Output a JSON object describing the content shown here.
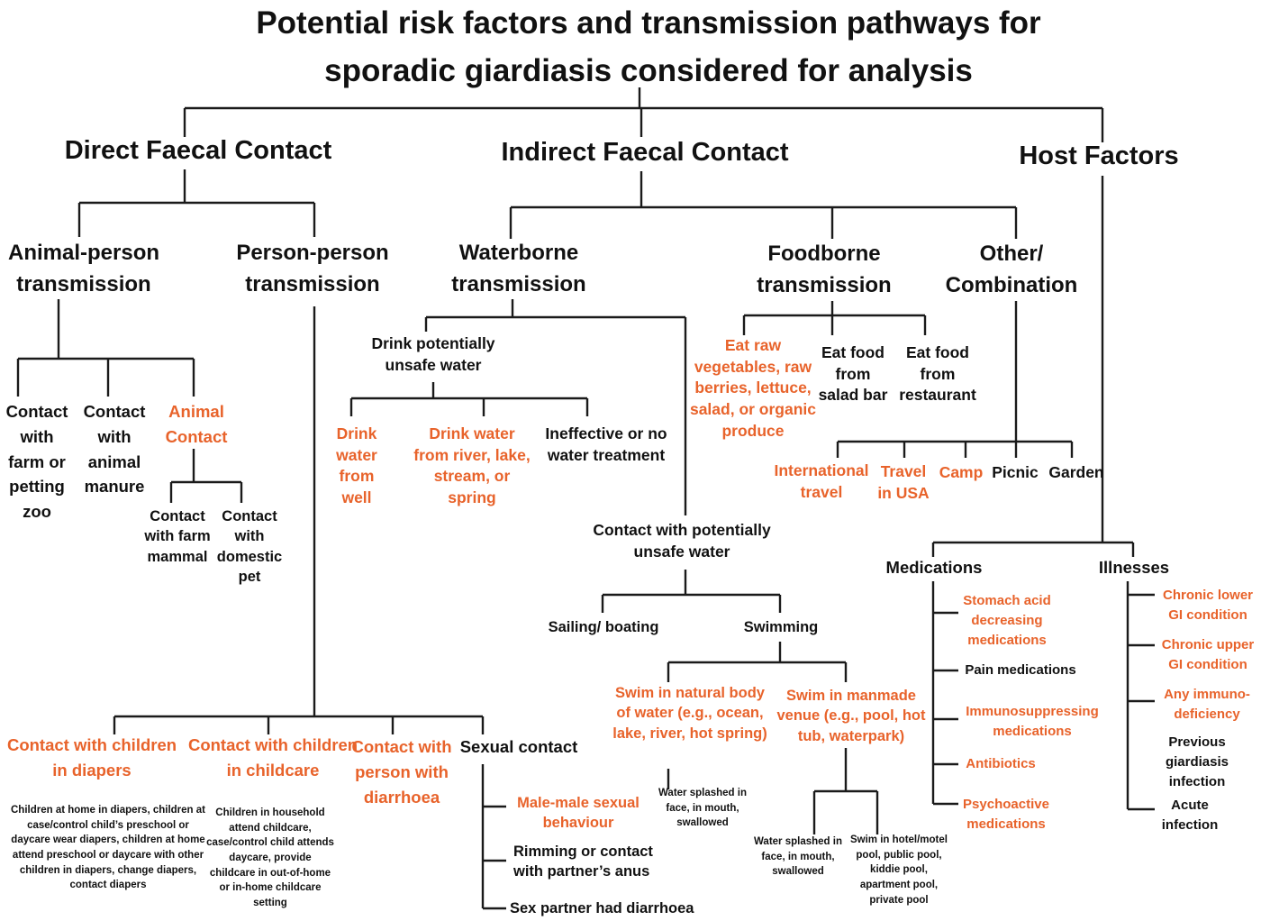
{
  "title": [
    "Potential risk factors and transmission pathways for",
    "sporadic giardiasis considered for analysis"
  ],
  "colors": {
    "highlight": "#e8632b",
    "text": "#111111",
    "line": "#1a1a1a"
  },
  "direct": {
    "label": "Direct Faecal Contact",
    "animal_person": {
      "label": "Animal-person transmission",
      "contact_farm": "Contact with farm or petting zoo",
      "contact_manure": "Contact with animal manure",
      "animal_contact": {
        "label": "Animal Contact",
        "farm_mammal": "Contact with farm mammal",
        "domestic_pet": "Contact with domestic pet"
      }
    },
    "person_person": {
      "label": "Person-person transmission",
      "diapers": {
        "label": "Contact with children in diapers",
        "detail": "Children at home in diapers, children at case/control child’s preschool or daycare wear diapers, children at home attend preschool or daycare with other children in diapers, change diapers, contact diapers"
      },
      "childcare": {
        "label": "Contact with children in childcare",
        "detail": "Children in household attend childcare, case/control child attends daycare, provide childcare in out-of-home or in-home childcare setting"
      },
      "diarrhoea_person": "Contact with person with diarrhoea",
      "sexual": {
        "label": "Sexual contact",
        "male_male": "Male-male sexual behaviour",
        "rimming": "Rimming or contact with partner’s anus",
        "partner_diarrhoea": "Sex partner had diarrhoea"
      }
    }
  },
  "indirect": {
    "label": "Indirect Faecal Contact",
    "waterborne": {
      "label": "Waterborne transmission",
      "drink": {
        "label": "Drink potentially unsafe water",
        "well": "Drink water from well",
        "river": "Drink water from river, lake, stream, or spring",
        "treatment": "Ineffective or no water treatment"
      },
      "contact": {
        "label": "Contact with potentially unsafe water",
        "sailing": "Sailing/ boating",
        "swimming": {
          "label": "Swimming",
          "natural": {
            "label": "Swim in natural body of water (e.g., ocean, lake, river, hot spring)",
            "detail": "Water splashed in face, in mouth, swallowed"
          },
          "manmade": {
            "label": "Swim in manmade venue (e.g., pool, hot tub, waterpark)",
            "splash": "Water splashed in face, in mouth, swallowed",
            "venues": "Swim in hotel/motel pool, public pool, kiddie pool, apartment pool, private pool"
          }
        }
      }
    },
    "foodborne": {
      "label": "Foodborne transmission",
      "raw": "Eat raw vegetables, raw berries, lettuce, salad, or organic produce",
      "salad_bar": "Eat food from salad bar",
      "restaurant": "Eat food from restaurant"
    },
    "other": {
      "label": "Other/ Combination",
      "international": "International travel",
      "usa": "Travel in USA",
      "camp": "Camp",
      "picnic": "Picnic",
      "garden": "Garden"
    }
  },
  "host": {
    "label": "Host Factors",
    "medications": {
      "label": "Medications",
      "stomach_acid": "Stomach acid decreasing medications",
      "pain": "Pain medications",
      "immunosuppressing": "Immunosuppressing medications",
      "antibiotics": "Antibiotics",
      "psychoactive": "Psychoactive medications"
    },
    "illnesses": {
      "label": "Illnesses",
      "chronic_lower": "Chronic lower GI condition",
      "chronic_upper": "Chronic upper GI condition",
      "immunodeficiency": "Any immuno- deficiency",
      "previous": "Previous giardiasis infection",
      "acute": "Acute infection"
    }
  }
}
